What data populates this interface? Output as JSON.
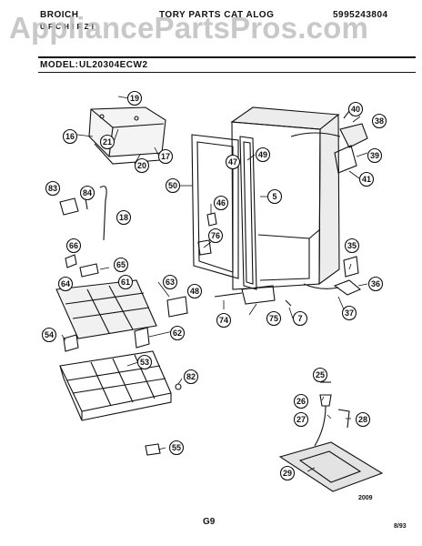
{
  "header": {
    "brand": "BROICH",
    "subtitle": "U F C H I F Z I",
    "catalog_title": "TORY PARTS CAT ALOG",
    "catalog_number": "5995243804",
    "model_label": "MODEL:",
    "model_value": "UL20304ECW2"
  },
  "watermark": "AppliancePartsPros.com",
  "callouts": [
    "19",
    "16",
    "21",
    "20",
    "17",
    "49",
    "40",
    "38",
    "39",
    "41",
    "47",
    "50",
    "5",
    "83",
    "84",
    "18",
    "46",
    "76",
    "66",
    "65",
    "61",
    "64",
    "63",
    "48",
    "35",
    "36",
    "37",
    "74",
    "75",
    "7",
    "62",
    "54",
    "53",
    "82",
    "25",
    "26",
    "27",
    "28",
    "29",
    "55"
  ],
  "footer": {
    "figure_number": "2009",
    "page": "G9",
    "date": "8/93"
  }
}
